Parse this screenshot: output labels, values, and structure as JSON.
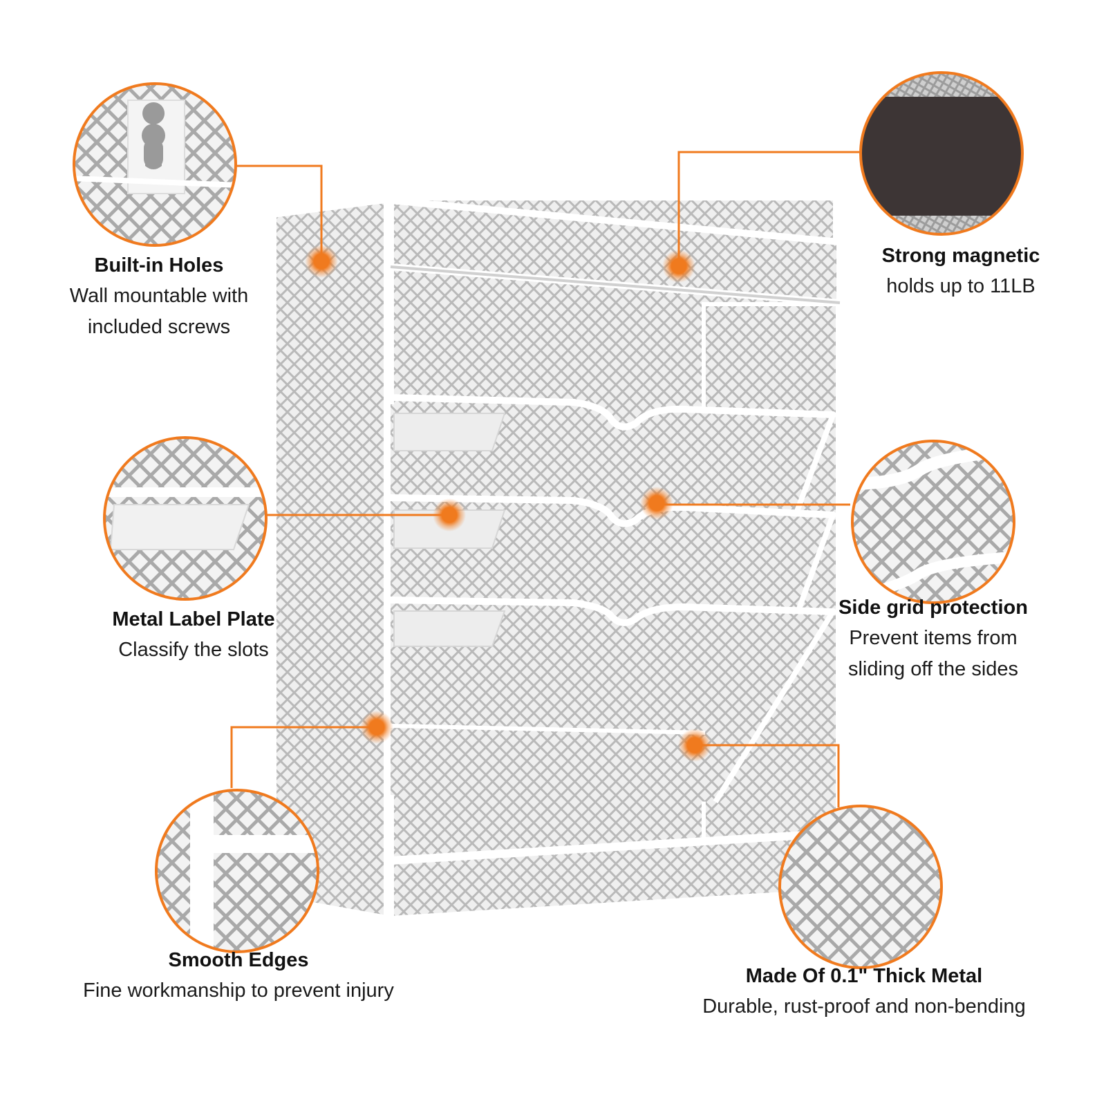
{
  "accent_color": "#F07A1E",
  "features": {
    "holes": {
      "title": "Built-in Holes",
      "desc": "Wall mountable with\nincluded screws"
    },
    "magnet": {
      "title": "Strong magnetic",
      "desc": "holds up to 11LB"
    },
    "label": {
      "title": "Metal Label Plate",
      "desc": "Classify the slots"
    },
    "side": {
      "title": "Side grid protection",
      "desc": "Prevent items from\nsliding off the sides"
    },
    "edges": {
      "title": "Smooth Edges",
      "desc": "Fine workmanship to prevent injury"
    },
    "metal": {
      "title": "Made Of 0.1\" Thick Metal",
      "desc": "Durable, rust-proof and non-bending"
    }
  }
}
